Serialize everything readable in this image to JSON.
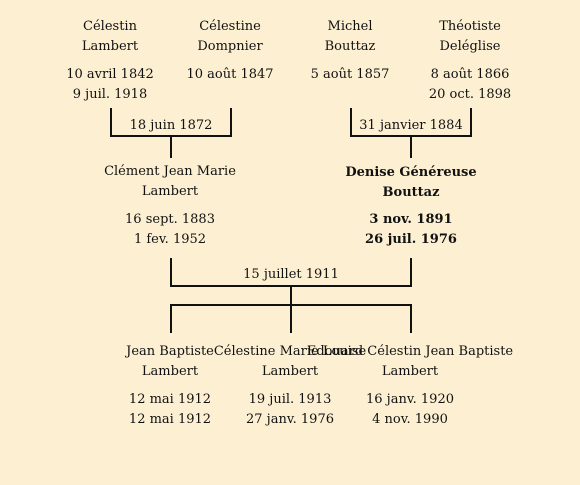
{
  "grandparents": [
    {
      "first": "Célestin",
      "last": "Lambert",
      "birth": "10 avril 1842",
      "death": "9 juil. 1918"
    },
    {
      "first": "Célestine",
      "last": "Dompnier",
      "birth": "10 août 1847",
      "death": ""
    },
    {
      "first": "Michel",
      "last": "Bouttaz",
      "birth": "5 août 1857",
      "death": ""
    },
    {
      "first": "Théotiste",
      "last": "Deléglise",
      "birth": "8 août 1866",
      "death": "20 oct. 1898"
    }
  ],
  "marriages": {
    "left_grandparents": "18 juin 1872",
    "right_grandparents": "31 janvier 1884",
    "parents": "15 juillet 1911"
  },
  "parents": [
    {
      "first": "Clément Jean Marie",
      "last": "Lambert",
      "birth": "16 sept. 1883",
      "death": "1 fev. 1952"
    },
    {
      "first": "Denise Généreuse",
      "last": "Bouttaz",
      "birth": "3 nov. 1891",
      "death": "26 juil. 1976"
    }
  ],
  "children": [
    {
      "first": "Jean Baptiste",
      "last": "Lambert",
      "birth": "12 mai 1912",
      "death": "12 mai 1912"
    },
    {
      "first": "Célestine Marie Louise",
      "last": "Lambert",
      "birth": "19 juil. 1913",
      "death": "27 janv. 1976"
    },
    {
      "first": "Edouard Célestin Jean Baptiste",
      "last": "Lambert",
      "birth": "16 janv. 1920",
      "death": "4 nov. 1990"
    }
  ]
}
